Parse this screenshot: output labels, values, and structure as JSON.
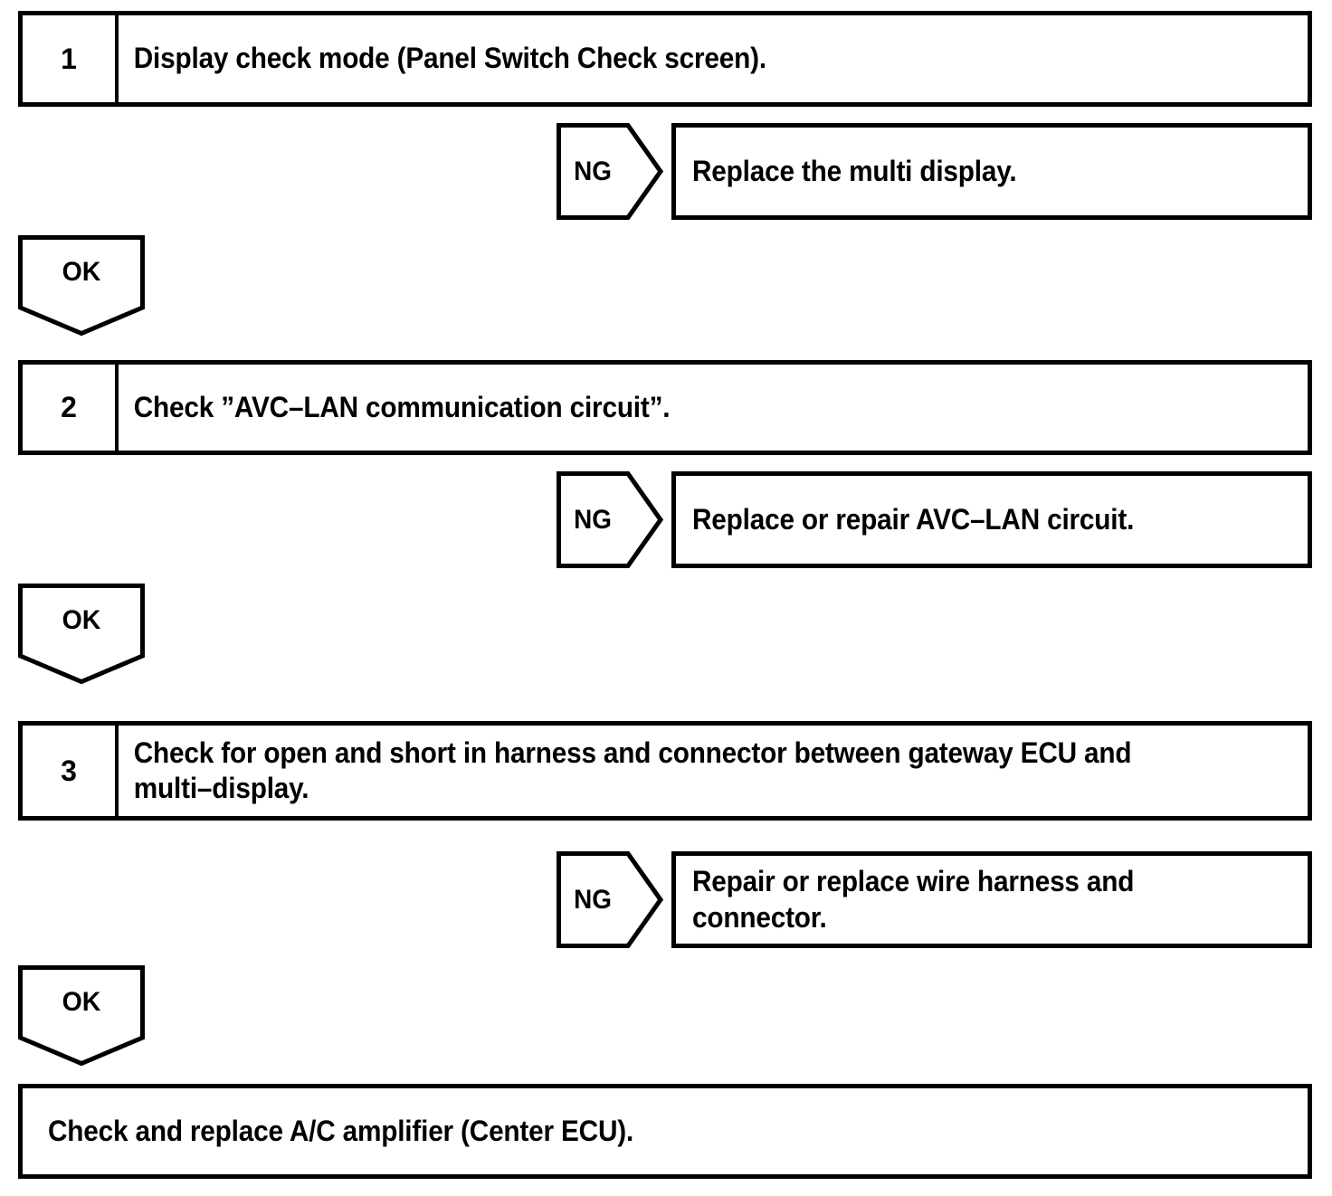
{
  "diagram": {
    "type": "troubleshooting-flowchart",
    "colors": {
      "stroke": "#000000",
      "background": "#ffffff",
      "text": "#000000"
    },
    "steps": [
      {
        "number": "1",
        "text": "Display check mode (Panel Switch Check screen).",
        "ng": {
          "label": "NG",
          "action": "Replace the multi display."
        },
        "ok": {
          "label": "OK"
        }
      },
      {
        "number": "2",
        "text": "Check ”AVC–LAN communication circuit”.",
        "ng": {
          "label": "NG",
          "action": "Replace or repair AVC–LAN circuit."
        },
        "ok": {
          "label": "OK"
        }
      },
      {
        "number": "3",
        "text": "Check for open and short in harness and connector between gateway ECU and multi–display.",
        "ng": {
          "label": "NG",
          "action": "Repair or replace wire harness and connector."
        },
        "ok": {
          "label": "OK"
        }
      }
    ],
    "final": {
      "text": "Check and replace A/C amplifier (Center ECU)."
    }
  }
}
